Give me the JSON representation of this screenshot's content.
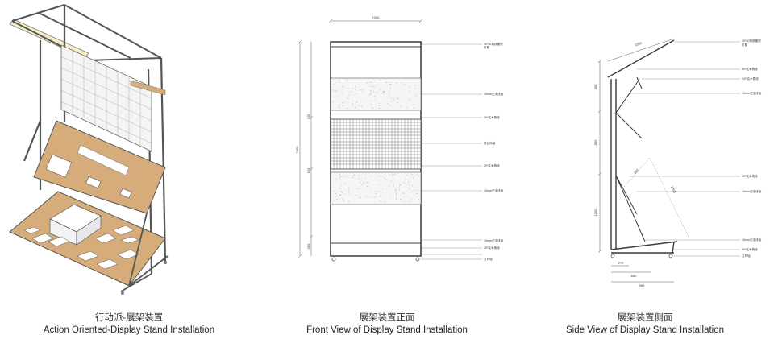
{
  "panels": {
    "iso": {
      "caption_zh": "行动派-展架装置",
      "caption_en": "Action Oriented-Display Stand Installation"
    },
    "front": {
      "caption_zh": "展架装置正面",
      "caption_en": "Front View of Display Stand Installation"
    },
    "side": {
      "caption_zh": "展架装置侧面",
      "caption_en": "Side View of Display Stand Installation"
    }
  },
  "front_dimensions": {
    "top_width": "1200",
    "total_height": "2400",
    "upper": "225",
    "middle": "225",
    "lower": "280"
  },
  "front_annotations": [
    "30*30角铁管材",
    "灯管",
    "10mm白泡沫板",
    "30*实木角线",
    "铁丝网格",
    "30*实木角线",
    "10mm白泡沫板",
    "10mm白泡沫板",
    "30*实木角线",
    "万向轮"
  ],
  "side_dimensions": {
    "top": "1500",
    "h1": "450",
    "h2": "800",
    "h3": "1200",
    "b1": "270",
    "b2": "650",
    "b3": "960",
    "diag1": "450",
    "diag2": "1250"
  },
  "side_annotations": [
    "30*30角铁管材",
    "灯管",
    "60*实木角线",
    "1/2*实木角线",
    "10mm白泡沫板",
    "30*实木角线",
    "10mm白泡沫板",
    "10mm白泡沫板",
    "60*实木角线",
    "万向轮"
  ],
  "colors": {
    "wood": "#d6ad7a",
    "line": "#555555",
    "frame": "#3a3a3a"
  }
}
